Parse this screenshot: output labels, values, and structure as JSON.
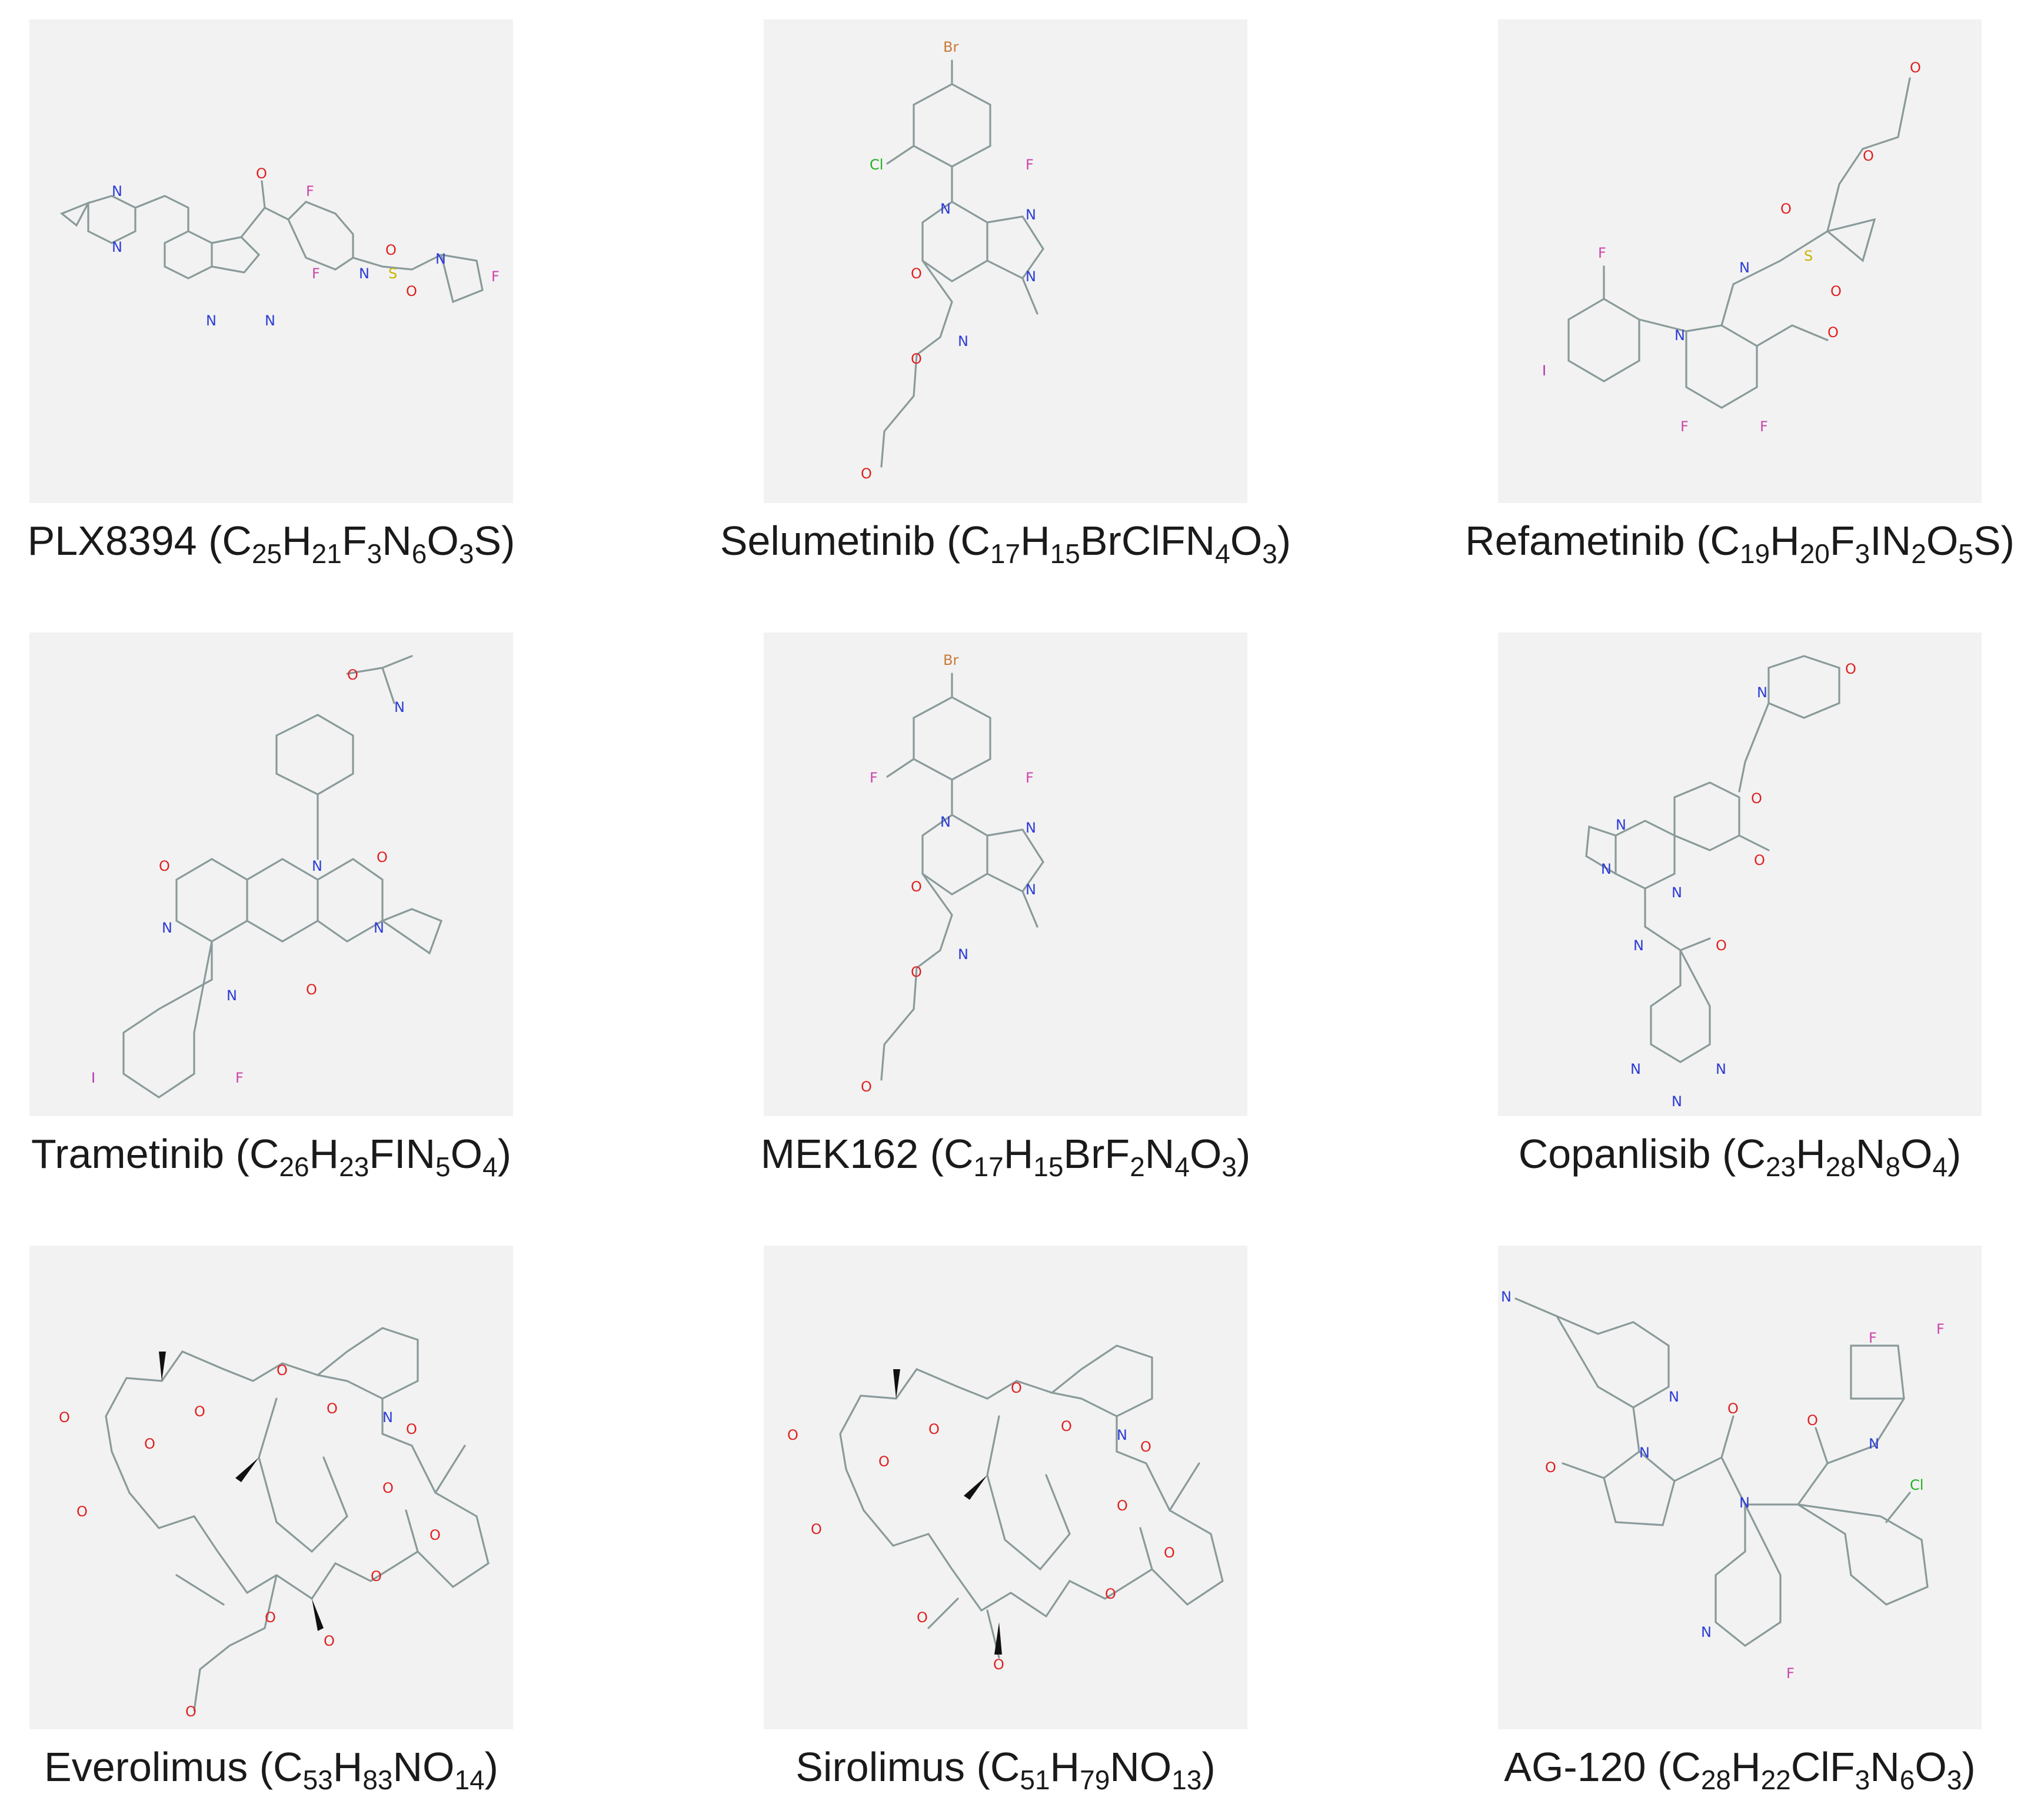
{
  "molecules": [
    {
      "name": "PLX8394",
      "formula": [
        [
          "C",
          "25"
        ],
        [
          "H",
          "21"
        ],
        [
          "F",
          "3"
        ],
        [
          "N",
          "6"
        ],
        [
          "O",
          "3"
        ],
        [
          "S",
          ""
        ]
      ]
    },
    {
      "name": "Selumetinib",
      "formula": [
        [
          "C",
          "17"
        ],
        [
          "H",
          "15"
        ],
        [
          "BrClFN",
          "4"
        ],
        [
          "O",
          "3"
        ]
      ]
    },
    {
      "name": "Refametinib",
      "formula": [
        [
          "C",
          "19"
        ],
        [
          "H",
          "20"
        ],
        [
          "F",
          "3"
        ],
        [
          "IN",
          "2"
        ],
        [
          "O",
          "5"
        ],
        [
          "S",
          ""
        ]
      ]
    },
    {
      "name": "Trametinib",
      "formula": [
        [
          "C",
          "26"
        ],
        [
          "H",
          "23"
        ],
        [
          "FIN",
          "5"
        ],
        [
          "O",
          "4"
        ]
      ]
    },
    {
      "name": "MEK162",
      "formula": [
        [
          "C",
          "17"
        ],
        [
          "H",
          "15"
        ],
        [
          "BrF",
          "2"
        ],
        [
          "N",
          "4"
        ],
        [
          "O",
          "3"
        ]
      ]
    },
    {
      "name": "Copanlisib",
      "formula": [
        [
          "C",
          "23"
        ],
        [
          "H",
          "28"
        ],
        [
          "N",
          "8"
        ],
        [
          "O",
          "4"
        ]
      ]
    },
    {
      "name": "Everolimus",
      "formula": [
        [
          "C",
          "53"
        ],
        [
          "H",
          "83"
        ],
        [
          "NO",
          "14"
        ]
      ]
    },
    {
      "name": "Sirolimus",
      "formula": [
        [
          "C",
          "51"
        ],
        [
          "H",
          "79"
        ],
        [
          "NO",
          "13"
        ]
      ]
    },
    {
      "name": "AG-120",
      "formula": [
        [
          "C",
          "28"
        ],
        [
          "H",
          "22"
        ],
        [
          "ClF",
          "3"
        ],
        [
          "N",
          "6"
        ],
        [
          "O",
          "3"
        ]
      ]
    }
  ],
  "colors": {
    "panel_background": "#f2f2f2",
    "bond": "#8a9a9a",
    "nitrogen": "#2a3bd6",
    "oxygen": "#e02020",
    "fluorine": "#cc44aa",
    "chlorine": "#22b022",
    "bromine": "#c87a3a",
    "iodine": "#b22fb2",
    "sulfur": "#c9b400"
  }
}
